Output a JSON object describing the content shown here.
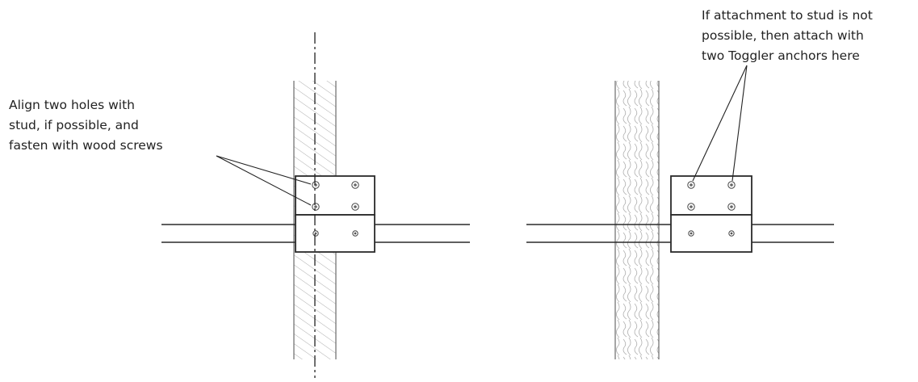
{
  "diagram": {
    "left_note": {
      "lines": [
        "Align two holes with",
        "stud, if possible, and",
        "fasten with wood screws"
      ]
    },
    "right_note": {
      "lines": [
        "If attachment to stud is not",
        "possible, then attach with",
        "two Toggler anchors here"
      ]
    },
    "colors": {
      "line": "#2a2a2a",
      "wall_hatch": "#9a9a9a",
      "background": "#ffffff"
    }
  }
}
